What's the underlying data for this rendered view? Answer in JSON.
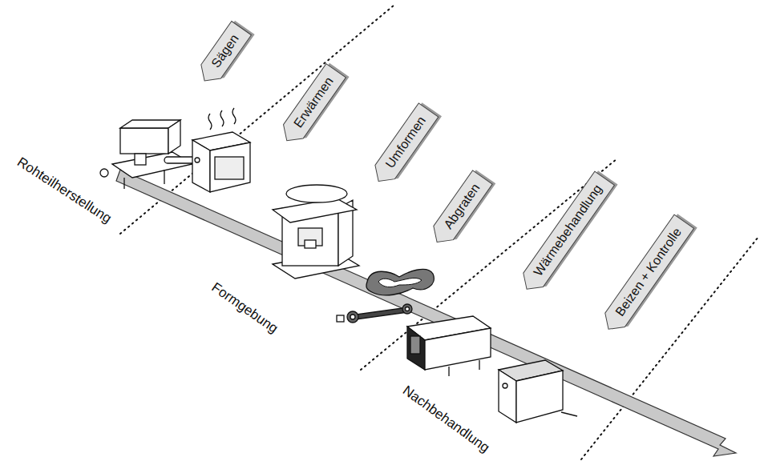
{
  "diagram": {
    "nodes": [
      {
        "text": [
          "Sägen"
        ]
      },
      {
        "text": [
          "Erwärmen"
        ]
      },
      {
        "text": [
          "Umformen"
        ]
      },
      {
        "text": [
          "Abgraten"
        ]
      },
      {
        "text": [
          "Wärmebehandlung"
        ]
      },
      {
        "text": [
          "Beizen + Kontrolle"
        ]
      }
    ],
    "labels": [
      "Rohteilherstellung",
      "Formgebung",
      "Nachbehandlung"
    ]
  }
}
